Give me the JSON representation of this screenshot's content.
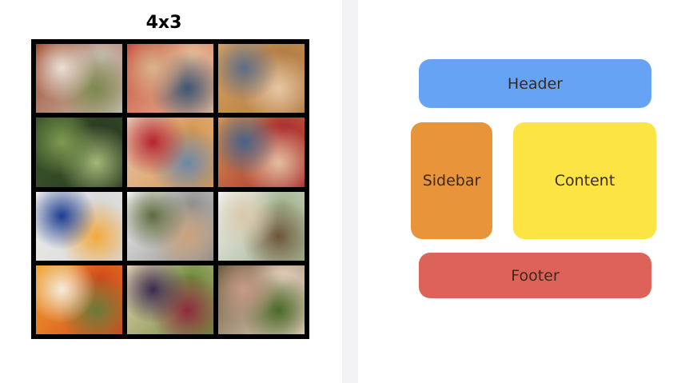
{
  "grid": {
    "title": "4x3",
    "cells": [
      {
        "name": "noodle-bowl-photo",
        "colors": [
          "#a14a2b",
          "#e9e1d8",
          "#7c8a4e",
          "#c8c0b6"
        ]
      },
      {
        "name": "donut-top-left-photo",
        "colors": [
          "#c94b3c",
          "#d8b48a",
          "#3d5875",
          "#e7c09a"
        ]
      },
      {
        "name": "donut-top-right-photo",
        "colors": [
          "#d9a15f",
          "#5c6e88",
          "#e6c6a4",
          "#b07a42"
        ]
      },
      {
        "name": "grapes-photo",
        "colors": [
          "#3d5a2c",
          "#7f9b51",
          "#a4b677",
          "#2a3a22"
        ]
      },
      {
        "name": "donut-hands-photo",
        "colors": [
          "#e7c6b2",
          "#b5242f",
          "#6c88a8",
          "#d8974c"
        ]
      },
      {
        "name": "donut-bottom-photo",
        "colors": [
          "#d59650",
          "#47628a",
          "#e3bda1",
          "#a8282d"
        ]
      },
      {
        "name": "soup-bowl-photo",
        "colors": [
          "#eeeeee",
          "#1d3c8f",
          "#f2a93b",
          "#d7d7d7"
        ]
      },
      {
        "name": "table-setting-photo",
        "colors": [
          "#f4f4f4",
          "#5d6b3e",
          "#cba27a",
          "#8c8c8c"
        ]
      },
      {
        "name": "tea-cups-photo",
        "colors": [
          "#f2f2f2",
          "#d9c8aa",
          "#6d5638",
          "#9fb08a"
        ]
      },
      {
        "name": "pumpkin-soup-photo",
        "colors": [
          "#f0a52c",
          "#f5ecdb",
          "#6a7a3a",
          "#d4471c"
        ]
      },
      {
        "name": "salad-bowl-photo",
        "colors": [
          "#e6d2b5",
          "#3b2a4e",
          "#8b2a3c",
          "#6d8a39"
        ]
      },
      {
        "name": "market-produce-photo",
        "colors": [
          "#6a5a3a",
          "#c89a86",
          "#4b6a2a",
          "#e8d3c2"
        ]
      }
    ]
  },
  "layout": {
    "header": "Header",
    "sidebar": "Sidebar",
    "content": "Content",
    "footer": "Footer"
  }
}
